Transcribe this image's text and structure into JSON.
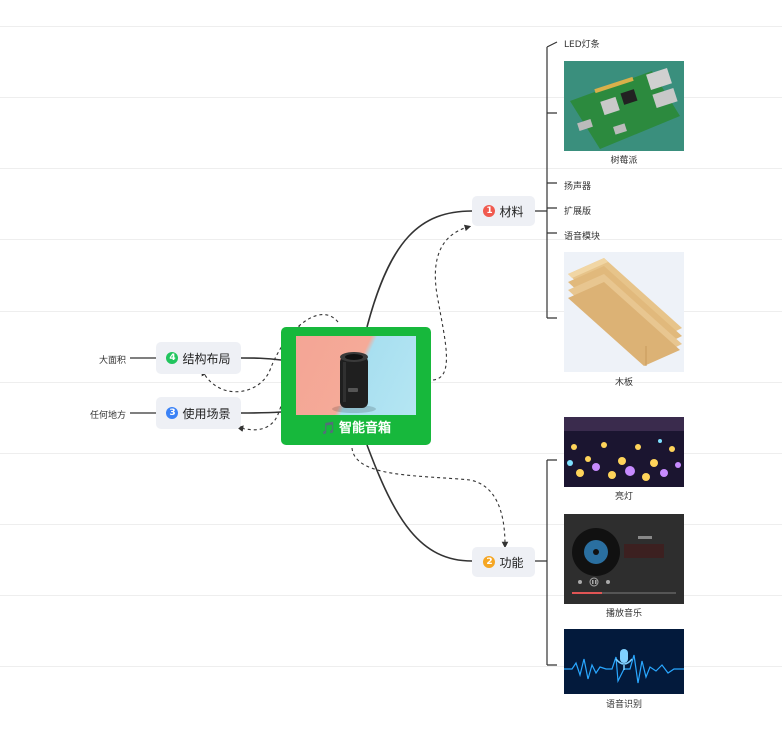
{
  "center": {
    "label": "智能音箱",
    "icon": "music-note-icon"
  },
  "branches": {
    "materials": {
      "number": "1",
      "label": "材料",
      "color": "#f05a4f",
      "items": [
        {
          "label": "LED灯条"
        },
        {
          "label": "树莓派",
          "image": "raspberry-pi-photo"
        },
        {
          "label": "扬声器"
        },
        {
          "label": "扩展版"
        },
        {
          "label": "语音模块"
        },
        {
          "label": "木板",
          "image": "wood-boards-photo"
        }
      ]
    },
    "functions": {
      "number": "2",
      "label": "功能",
      "color": "#f5a623",
      "items": [
        {
          "label": "亮灯",
          "image": "light-field-photo"
        },
        {
          "label": "播放音乐",
          "image": "music-player-screenshot"
        },
        {
          "label": "语音识别",
          "image": "voice-wave-graphic"
        }
      ]
    },
    "scene": {
      "number": "3",
      "label": "使用场景",
      "color": "#3b82f6",
      "leaf": "任何地方"
    },
    "structure": {
      "number": "4",
      "label": "结构布局",
      "color": "#22c55e",
      "leaf": "大面积"
    }
  },
  "colors": {
    "center_bg": "#17b83c",
    "node_bg": "#eef0f5",
    "line": "#333333"
  }
}
